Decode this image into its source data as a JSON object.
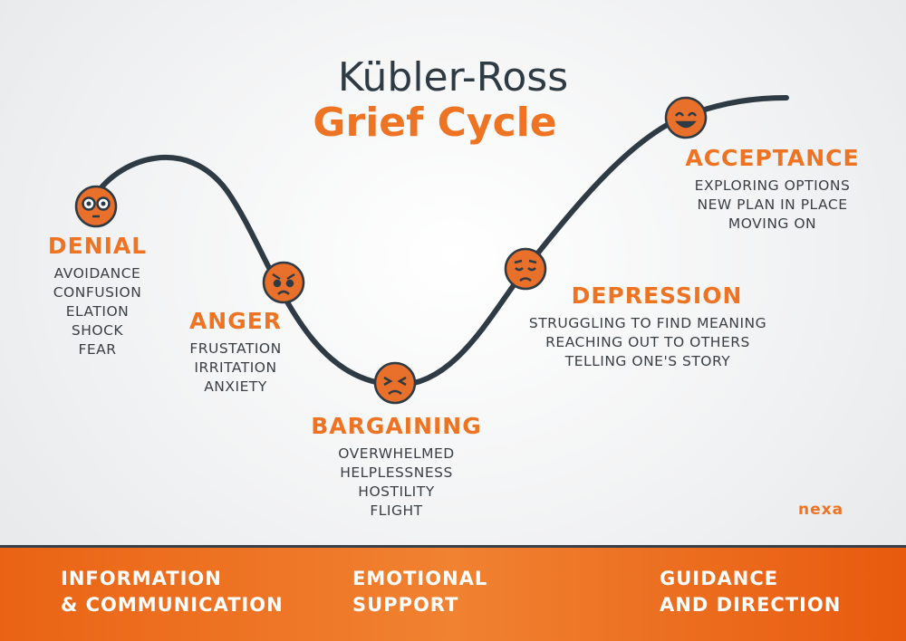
{
  "title": {
    "line1": "Kübler-Ross",
    "line2": "Grief Cycle"
  },
  "stages": [
    {
      "name": "DENIAL",
      "items": [
        "AVOIDANCE",
        "CONFUSION",
        "ELATION",
        "SHOCK",
        "FEAR"
      ],
      "face": "shocked-face"
    },
    {
      "name": "ANGER",
      "items": [
        "FRUSTATION",
        "IRRITATION",
        "ANXIETY"
      ],
      "face": "angry-face"
    },
    {
      "name": "BARGAINING",
      "items": [
        "OVERWHELMED",
        "HELPLESSNESS",
        "HOSTILITY",
        "FLIGHT"
      ],
      "face": "distressed-face"
    },
    {
      "name": "DEPRESSION",
      "items": [
        "STRUGGLING TO FIND MEANING",
        "REACHING OUT TO OTHERS",
        "TELLING ONE'S STORY"
      ],
      "face": "sad-face"
    },
    {
      "name": "ACCEPTANCE",
      "items": [
        "EXPLORING OPTIONS",
        "NEW PLAN IN PLACE",
        "MOVING ON"
      ],
      "face": "happy-face"
    }
  ],
  "footer": [
    {
      "line1": "INFORMATION",
      "line2": "& COMMUNICATION"
    },
    {
      "line1": "EMOTIONAL",
      "line2": "SUPPORT"
    },
    {
      "line1": "GUIDANCE",
      "line2": "AND DIRECTION"
    }
  ],
  "logo": "nexa",
  "colors": {
    "accent": "#ee7424",
    "curve": "#2e3a44"
  }
}
